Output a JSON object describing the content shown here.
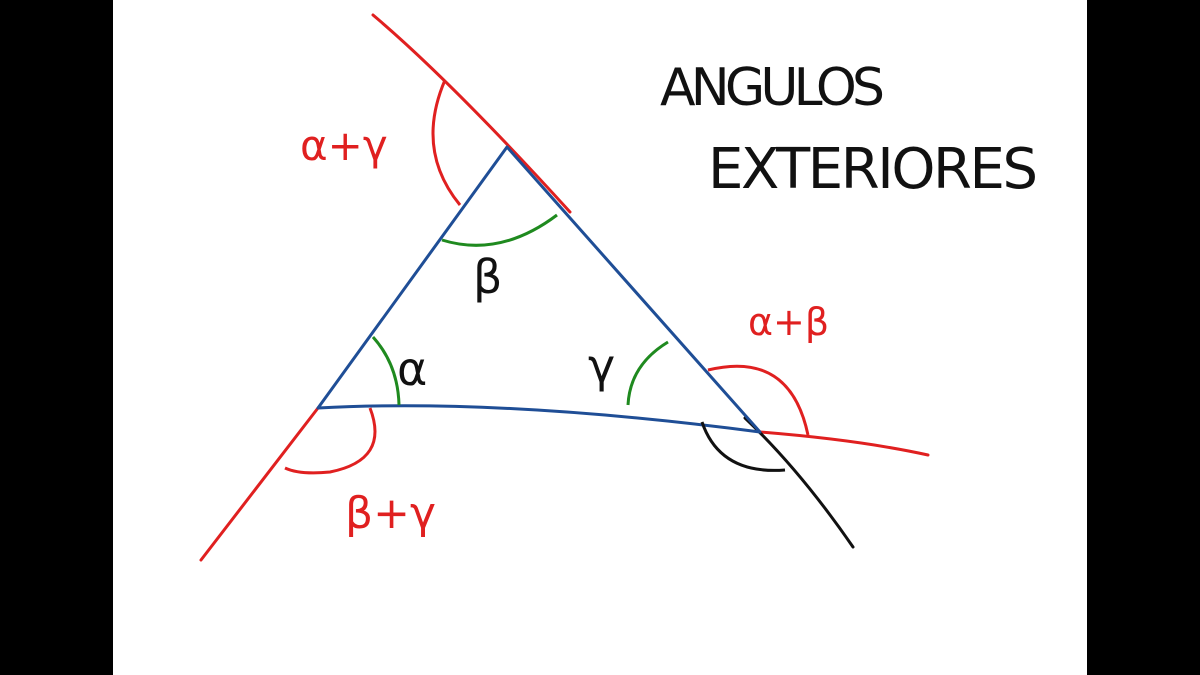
{
  "title": {
    "line1": "ANGULOS",
    "line2": "EXTERIORES"
  },
  "labels": {
    "alpha": "α",
    "beta": "β",
    "gamma": "γ",
    "ext_top": "α+γ",
    "ext_right": "α+β",
    "ext_left": "β+γ"
  },
  "colors": {
    "triangle": "#1f4e96",
    "interior": "#1f8a1f",
    "exterior": "#e02020",
    "ink": "#111111"
  }
}
